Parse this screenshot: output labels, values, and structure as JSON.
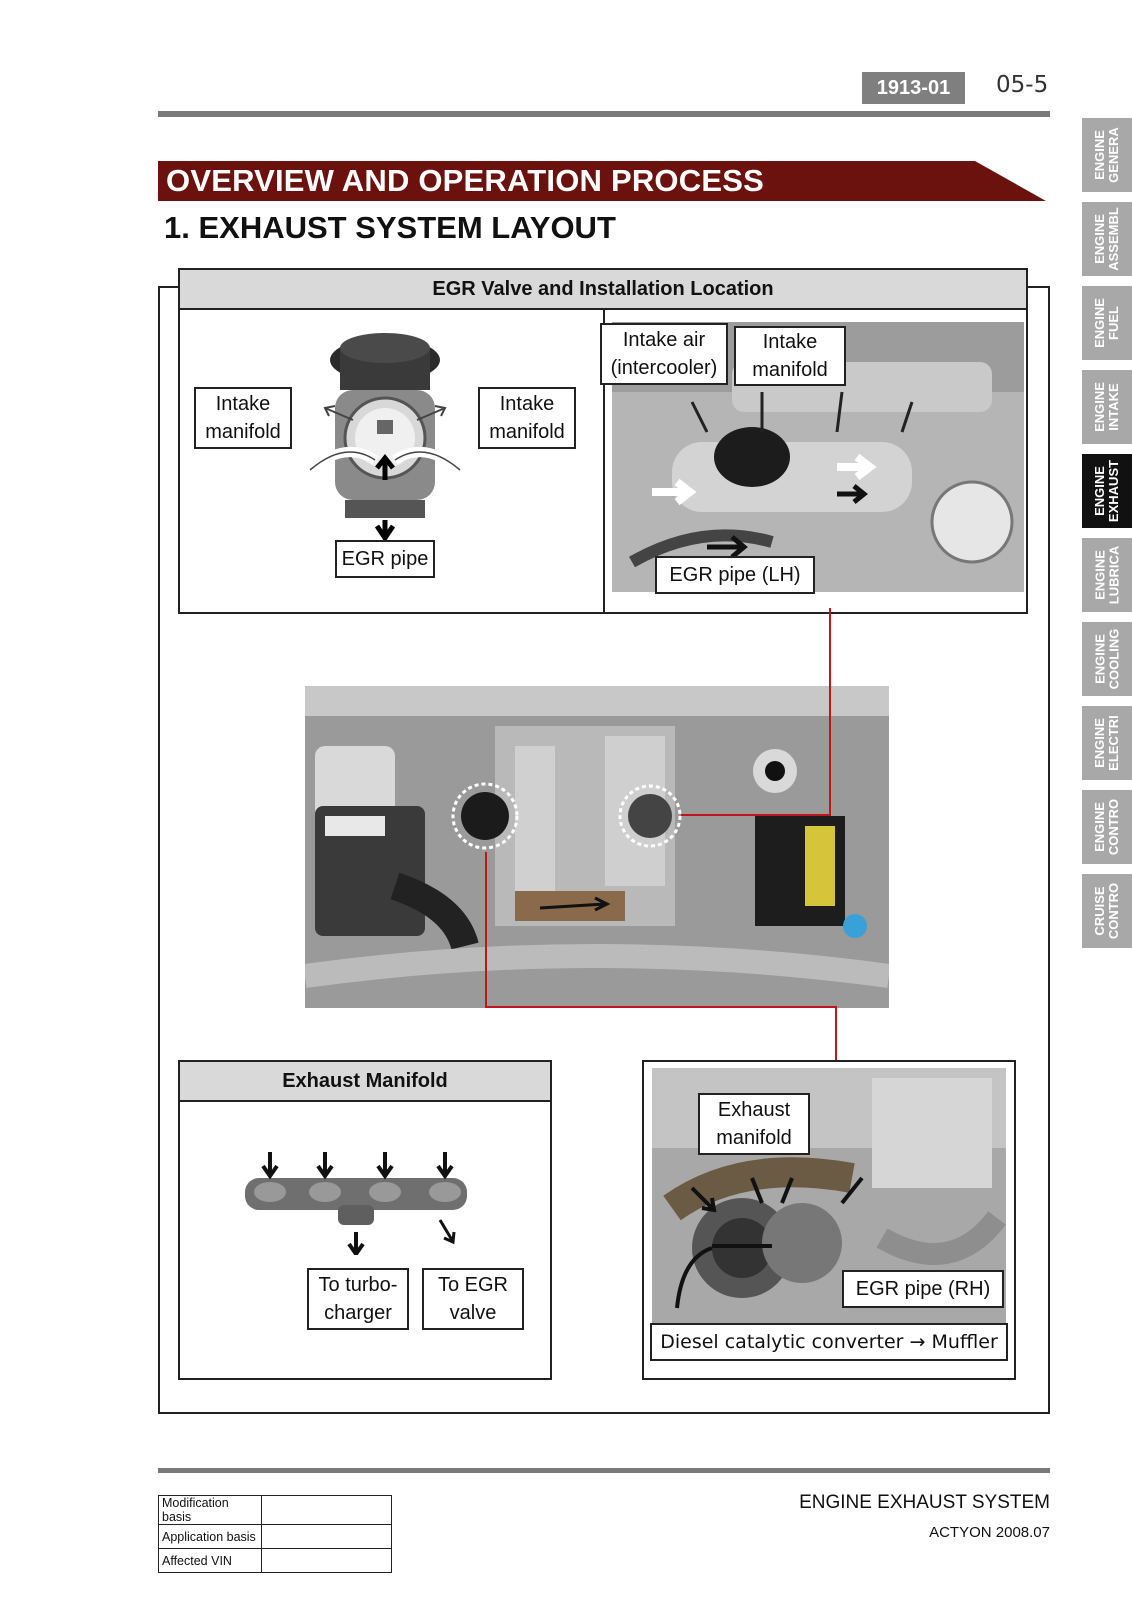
{
  "header": {
    "code": "1913-01",
    "page": "05-5"
  },
  "section_title": "OVERVIEW AND OPERATION PROCESS",
  "sub_title": "1. EXHAUST SYSTEM LAYOUT",
  "side_tabs": [
    {
      "label": "ENGINE\nGENERA",
      "active": false
    },
    {
      "label": "ENGINE\nASSEMBL",
      "active": false
    },
    {
      "label": "ENGINE\nFUEL",
      "active": false
    },
    {
      "label": "ENGINE\nINTAKE",
      "active": false
    },
    {
      "label": "ENGINE\nEXHAUST",
      "active": true
    },
    {
      "label": "ENGINE\nLUBRICA",
      "active": false
    },
    {
      "label": "ENGINE\nCOOLING",
      "active": false
    },
    {
      "label": "ENGINE\nELECTRI",
      "active": false
    },
    {
      "label": "ENGINE\nCONTRO",
      "active": false
    },
    {
      "label": "CRUISE\nCONTRO",
      "active": false
    }
  ],
  "egr_panel": {
    "heading": "EGR Valve and Installation Location",
    "left_label": "Intake\nmanifold",
    "right_label": "Intake\nmanifold",
    "egr_pipe_label": "EGR pipe",
    "intake_air_label": "Intake air\n(intercooler)",
    "intake_manifold_label": "Intake\nmanifold",
    "egr_pipe_lh_label": "EGR pipe (LH)"
  },
  "exhaust_panel": {
    "heading": "Exhaust Manifold",
    "turbo_label": "To turbo-\ncharger",
    "egr_valve_label": "To EGR\nvalve"
  },
  "turbo_panel": {
    "exhaust_manifold_label": "Exhaust\nmanifold",
    "egr_pipe_rh_label": "EGR pipe (RH)",
    "catalytic_label": "Diesel catalytic converter → Muffler"
  },
  "footer": {
    "title": "ENGINE EXHAUST SYSTEM",
    "model": "ACTYON 2008.07",
    "mod_rows": [
      {
        "label": "Modification basis",
        "value": ""
      },
      {
        "label": "Application basis",
        "value": ""
      },
      {
        "label": "Affected VIN",
        "value": ""
      }
    ]
  }
}
